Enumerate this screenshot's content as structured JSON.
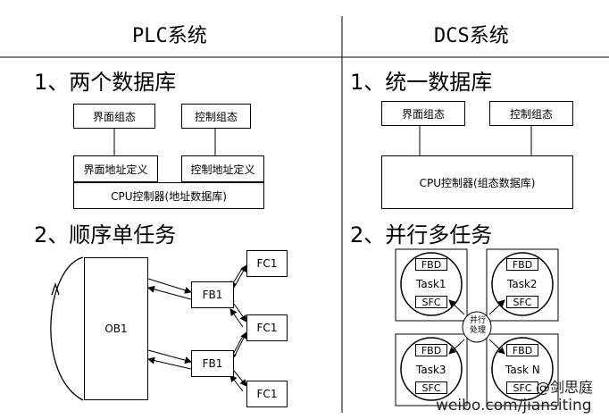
{
  "headers": {
    "plc": "PLC系统",
    "dcs": "DCS系统"
  },
  "plc": {
    "section1": "1、两个数据库",
    "box_ui_config": "界面组态",
    "box_ctrl_config": "控制组态",
    "box_ui_addr": "界面地址定义",
    "box_ctrl_addr": "控制地址定义",
    "box_cpu": "CPU控制器(地址数据库)",
    "section2": "2、顺序单任务",
    "ob1": "OB1",
    "fb1": "FB1",
    "fc1": "FC1"
  },
  "dcs": {
    "section1": "1、统一数据库",
    "box_ui_config": "界面组态",
    "box_ctrl_config": "控制组态",
    "box_cpu": "CPU控制器(组态数据库)",
    "section2": "2、并行多任务",
    "fbd": "FBD",
    "sfc": "SFC",
    "task1": "Task1",
    "task2": "Task2",
    "task3": "Task3",
    "taskn": "Task N",
    "parallel": "并行\n处理"
  },
  "watermark": {
    "handle": "@剑思庭",
    "url": "weibo.com/jiansiting"
  }
}
